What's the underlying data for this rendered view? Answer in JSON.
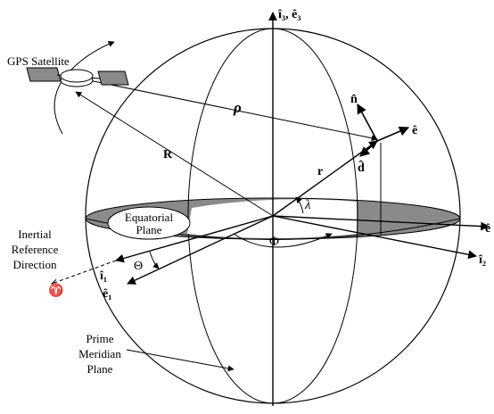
{
  "labels": {
    "gps_satellite": "GPS Satellite",
    "rho": "ρ",
    "R": "R",
    "r": "r",
    "i3e3": "î₃, ê₃",
    "n_hat": "n̂",
    "e_hat": "ê",
    "d_hat": "d̂",
    "lambda": "λ",
    "e2_hat_partial": "ê",
    "i2_hat": "î₂",
    "Phi": "Φ",
    "Theta": "Θ",
    "i1_hat": "î₁",
    "e1_hat": "ê₁",
    "equatorial_line1": "Equatorial",
    "equatorial_line2": "Plane",
    "inertial_line1": "Inertial",
    "inertial_line2": "Reference",
    "inertial_line3": "Direction",
    "aries": "♈",
    "prime_line1": "Prime",
    "prime_line2": "Meridian",
    "prime_line3": "Plane"
  },
  "colors": {
    "line": "#000000",
    "plane_fill": "#8a8a8a",
    "background": "#ffffff"
  }
}
